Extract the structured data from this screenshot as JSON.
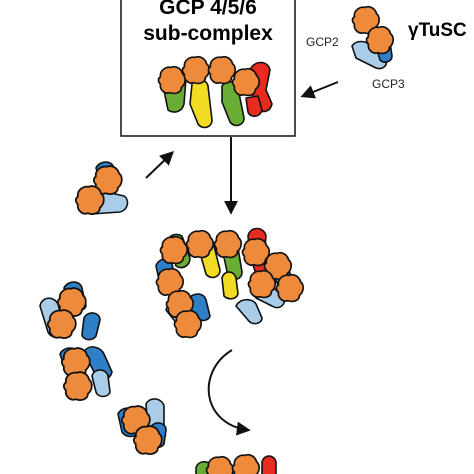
{
  "subcomplex": {
    "title_line1": "GCP 4/5/6",
    "title_line2": "sub-complex"
  },
  "tusc": {
    "gamma": "γ",
    "name": "TuSC",
    "label_gcp2": "GCP2",
    "label_gcp3": "GCP3"
  },
  "colors": {
    "gamma_tubulin": "#ee8a3c",
    "gcp2": "#2f7fc6",
    "gcp3": "#a9cde8",
    "gcp4": "#e82a1f",
    "gcp5": "#f2dc23",
    "gcp6": "#6aad34",
    "outline": "#111111"
  },
  "icons": {
    "tusc_unit": "tusc-icon",
    "arrow": "arrow-icon",
    "curved_arrow": "curved-arrow-icon"
  }
}
